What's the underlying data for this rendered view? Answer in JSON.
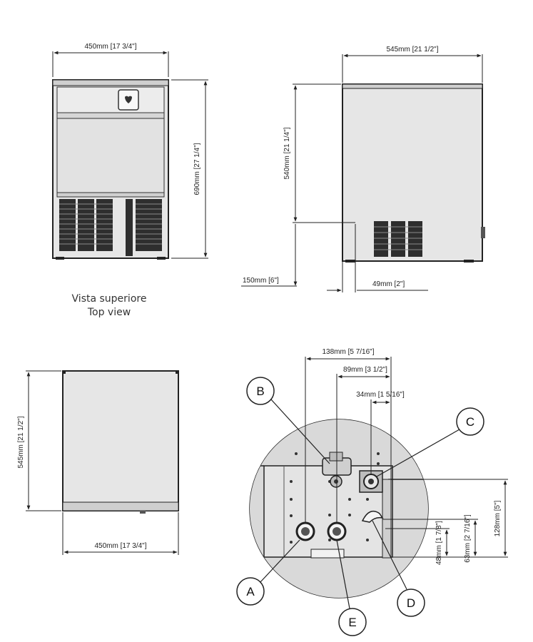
{
  "front_view": {
    "width_label": "450mm [17 3/4\"]",
    "height_label": "690mm [27 1/4\"]"
  },
  "side_view": {
    "depth_label": "545mm [21 1/2\"]",
    "height_label": "540mm [21 1/4\"]",
    "offset_label": "150mm [6\"]",
    "back_label": "49mm [2\"]"
  },
  "top_view": {
    "caption_it": "Vista superiore",
    "caption_en": "Top view",
    "depth_label": "545mm [21 1/2\"]",
    "width_label": "450mm [17 3/4\"]"
  },
  "detail_view": {
    "dim_138": "138mm [5 7/16\"]",
    "dim_89": "89mm [3 1/2\"]",
    "dim_34": "34mm [1 5/16\"]",
    "dim_128": "128mm [5\"]",
    "dim_63": "63mm [2 7/16\"]",
    "dim_48": "48mm [1 7/8\"]",
    "callouts": {
      "a": "A",
      "b": "B",
      "c": "C",
      "d": "D",
      "e": "E"
    }
  }
}
